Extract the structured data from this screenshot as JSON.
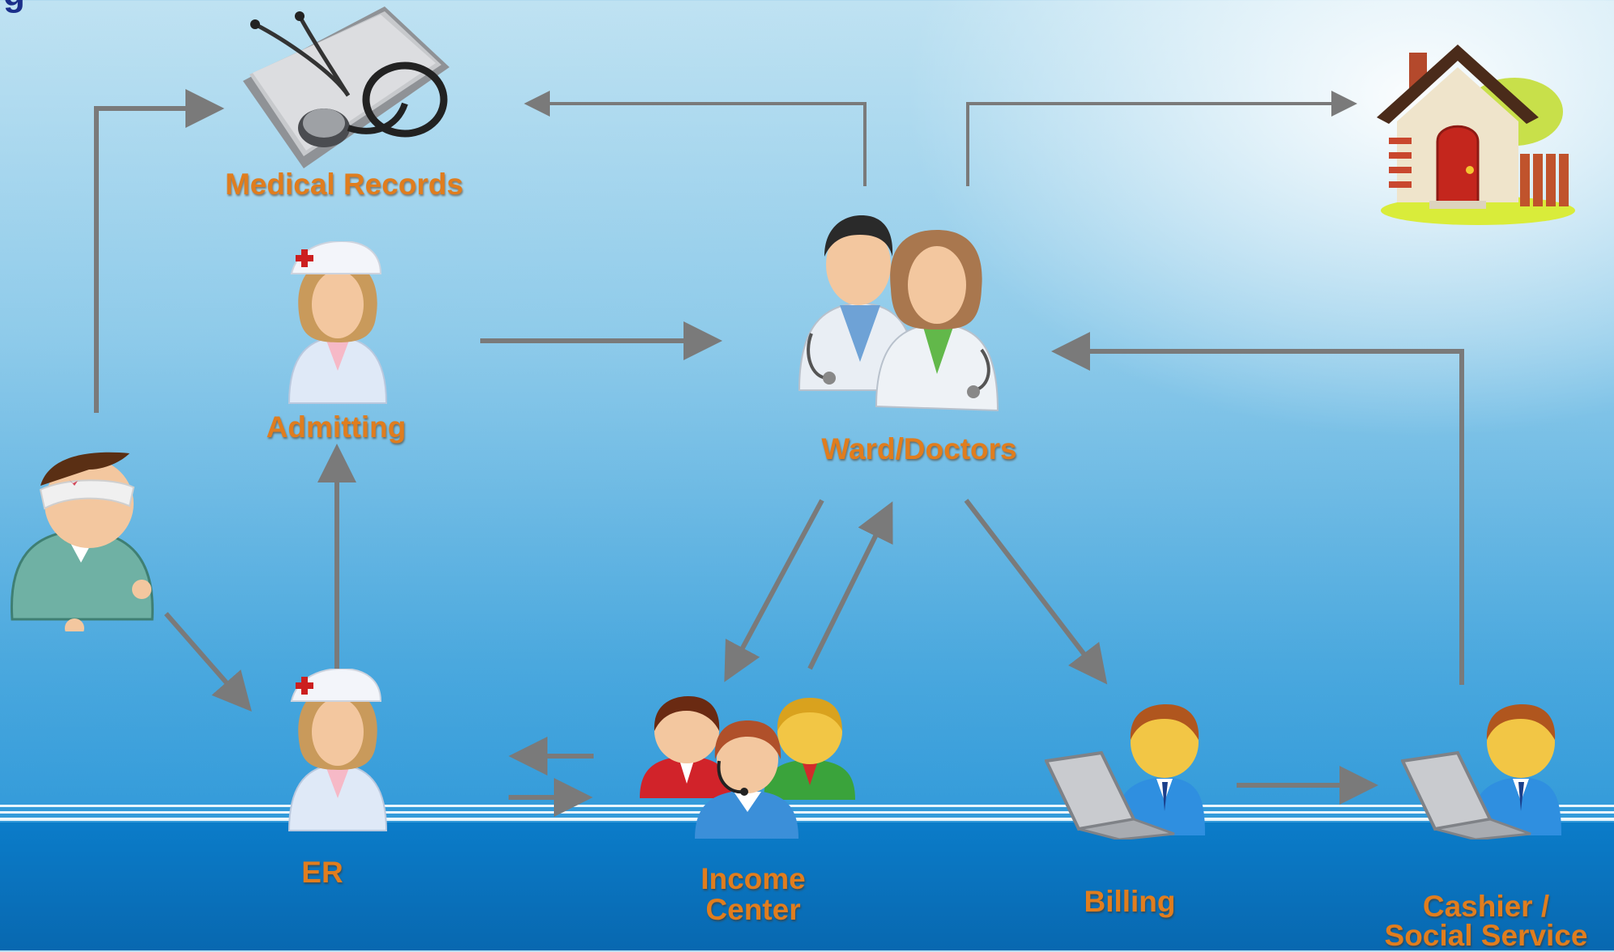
{
  "corner_title": "g",
  "nodes": {
    "medical_records": "Medical Records",
    "admitting": "Admitting",
    "ward_doctors": "Ward/Doctors",
    "er": "ER",
    "income_center_line1": "Income",
    "income_center_line2": "Center",
    "billing": "Billing",
    "cashier_line1": "Cashier /",
    "cashier_line2": "Social Service"
  },
  "icons": {
    "medical_records": "stethoscope-on-folder-icon",
    "admitting": "nurse-icon",
    "ward_doctors": "doctors-icon",
    "home": "house-icon",
    "patient": "injured-patient-icon",
    "er": "nurse-icon",
    "income_center": "staff-group-icon",
    "billing": "clerk-laptop-icon",
    "cashier": "clerk-laptop-icon"
  },
  "colors": {
    "label": "#e07d1e",
    "arrow": "#7a7a7a",
    "band": "#0b7cc9",
    "title": "#1a2f8a"
  }
}
